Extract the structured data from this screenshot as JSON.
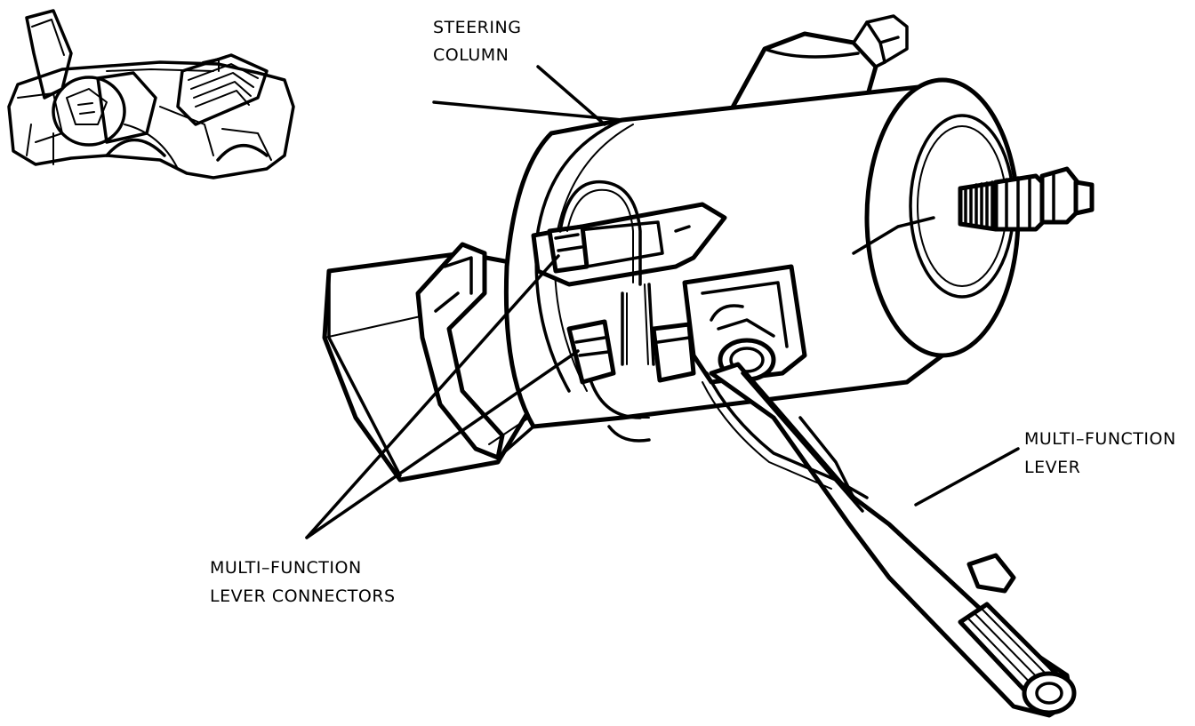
{
  "labels": {
    "steering_column": [
      "STEERING",
      "COLUMN"
    ],
    "multi_function_lever": [
      "MULTI–FUNCTION",
      "LEVER"
    ],
    "lever_connectors": [
      "MULTI–FUNCTION",
      "LEVER CONNECTORS"
    ]
  },
  "icons": {
    "car_locator": "car-cutaway-icon",
    "column": "steering-column-illustration"
  },
  "colors": {
    "ink": "#000000",
    "paper": "#ffffff"
  }
}
